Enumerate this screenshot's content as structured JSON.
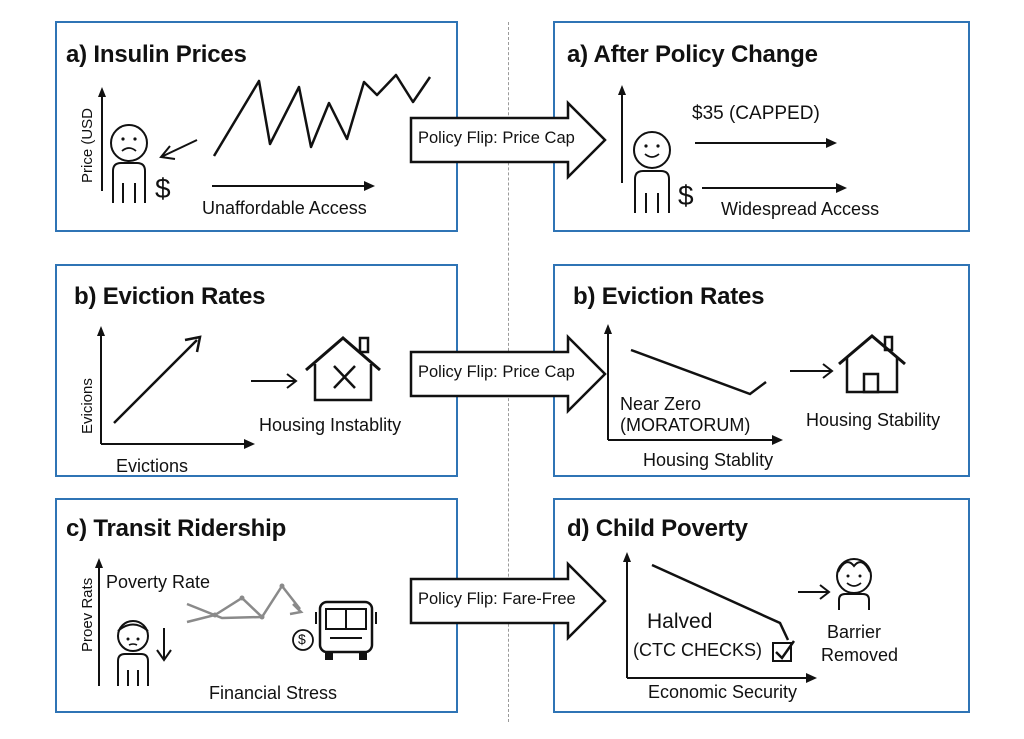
{
  "panels": {
    "insulin_before": {
      "title": "a) Insulin Prices",
      "y_label": "Price (USD",
      "x_label": "Unaffordable Access",
      "dollar": "$"
    },
    "insulin_after": {
      "title": "a) After Policy Change",
      "cap_label": "$35 (CAPPED)",
      "x_label": "Widespread Access",
      "dollar": "$"
    },
    "eviction_before": {
      "title": "b) Eviction Rates",
      "y_label": "Evicions",
      "x_label": "Evictions",
      "outcome": "Housing Instablity"
    },
    "eviction_after": {
      "title": "b) Eviction Rates",
      "note_line1": "Near Zero",
      "note_line2": "(MORATORUM)",
      "x_label": "Housing Stablity",
      "outcome": "Housing Stability"
    },
    "transit_before": {
      "title": "c) Transit Ridership",
      "y_label": "Proev Rats",
      "line_label": "Poverty Rate",
      "x_label": "Financial Stress",
      "coin": "$"
    },
    "child_poverty": {
      "title": "d) Child Poverty",
      "note_line1": "Halved",
      "note_line2": "(CTC CHECKS)",
      "x_label": "Economic Security",
      "outcome_line1": "Barrier",
      "outcome_line2": "Removed"
    }
  },
  "arrows": [
    {
      "label": "Policy Flip: Price Cap"
    },
    {
      "label": "Policy Flip: Price Cap"
    },
    {
      "label": "Policy Flip: Fare-Free"
    }
  ]
}
